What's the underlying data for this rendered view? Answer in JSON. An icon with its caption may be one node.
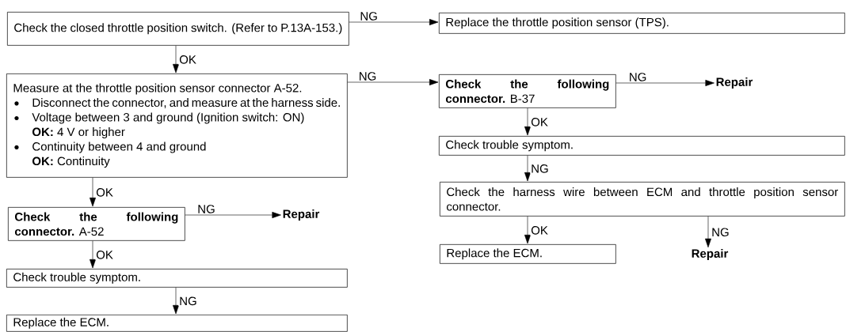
{
  "diagram": {
    "nodes": [
      {
        "text": [
          "Check the closed throttle position switch. (Refer to P.13A-153.)"
        ]
      },
      {
        "text": [
          "Replace the throttle position sensor (TPS)."
        ]
      },
      {
        "text": [
          "Measure at the throttle position sensor connector A-52.",
          "Disconnect the connector, and measure at the harness side.",
          "Voltage between 3 and ground (Ignition switch: ON)",
          "**OK:** 4 V or higher",
          "Continuity between 4 and ground",
          "**OK:** Continuity"
        ]
      },
      {
        "text": [
          "**Check the following connector.** B-37"
        ]
      },
      {
        "text": [
          "Repair"
        ]
      },
      {
        "text": [
          "Check trouble symptom."
        ]
      },
      {
        "text": [
          "Check the harness wire between ECM and throttle position sensor connector."
        ]
      },
      {
        "text": [
          "Replace the ECM."
        ]
      },
      {
        "text": [
          "Repair"
        ]
      },
      {
        "text": [
          "**Check the following connector.** A-52"
        ]
      },
      {
        "text": [
          "Repair"
        ]
      },
      {
        "text": [
          "Check trouble symptom."
        ]
      },
      {
        "text": [
          "Replace the ECM."
        ]
      }
    ],
    "edges": [
      {
        "from": 0,
        "to": 1,
        "label": "NG",
        "arrow": "to"
      },
      {
        "from": 0,
        "to": 2,
        "label": "OK",
        "arrow": "to"
      },
      {
        "from": 2,
        "to": 3,
        "label": "NG",
        "arrow": "to"
      },
      {
        "from": 3,
        "to": 4,
        "label": "NG",
        "arrow": "to"
      },
      {
        "from": 3,
        "to": 5,
        "label": "OK",
        "arrow": "to"
      },
      {
        "from": 5,
        "to": 6,
        "label": "NG",
        "arrow": "to"
      },
      {
        "from": 6,
        "to": 7,
        "label": "OK",
        "arrow": "to"
      },
      {
        "from": 6,
        "to": 8,
        "label": "NG",
        "arrow": "to"
      },
      {
        "from": 2,
        "to": 9,
        "label": "OK",
        "arrow": "to"
      },
      {
        "from": 9,
        "to": 10,
        "label": "NG",
        "arrow": "to"
      },
      {
        "from": 9,
        "to": 11,
        "label": "OK",
        "arrow": "to"
      },
      {
        "from": 11,
        "to": 12,
        "label": "NG",
        "arrow": "to"
      }
    ]
  }
}
